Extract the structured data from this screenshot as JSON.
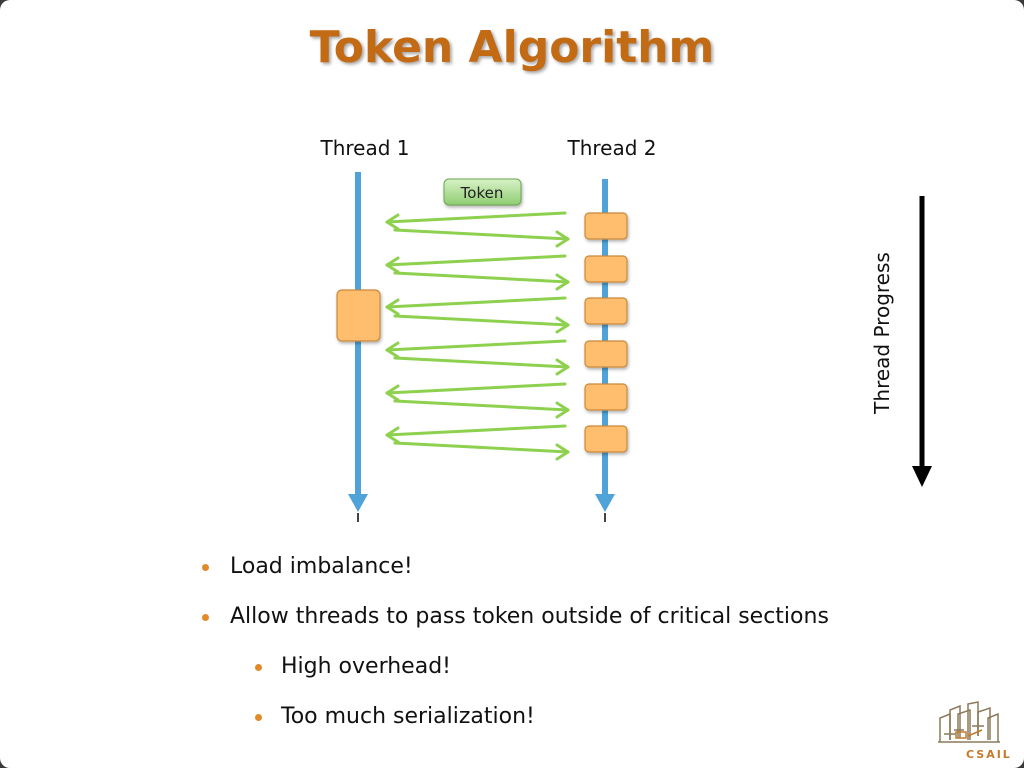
{
  "slide": {
    "title": "Token Algorithm"
  },
  "diagram": {
    "thread1_label": "Thread 1",
    "thread2_label": "Thread 2",
    "token_label": "Token",
    "progress_label": "Thread Progress",
    "colors": {
      "thread_line": "#4fa3d8",
      "token_box": "#a8dc8c",
      "handoff_arrow": "#8ed14f",
      "critical_section": "#ffbd6e",
      "progress_arrow": "#000000"
    }
  },
  "bullets": [
    {
      "level": 1,
      "text": "Load imbalance!"
    },
    {
      "level": 1,
      "text": "Allow threads to pass token outside of critical sections"
    },
    {
      "level": 2,
      "text": "High overhead!"
    },
    {
      "level": 2,
      "text": "Too much serialization!"
    }
  ],
  "logo": {
    "text": "CSAIL"
  }
}
